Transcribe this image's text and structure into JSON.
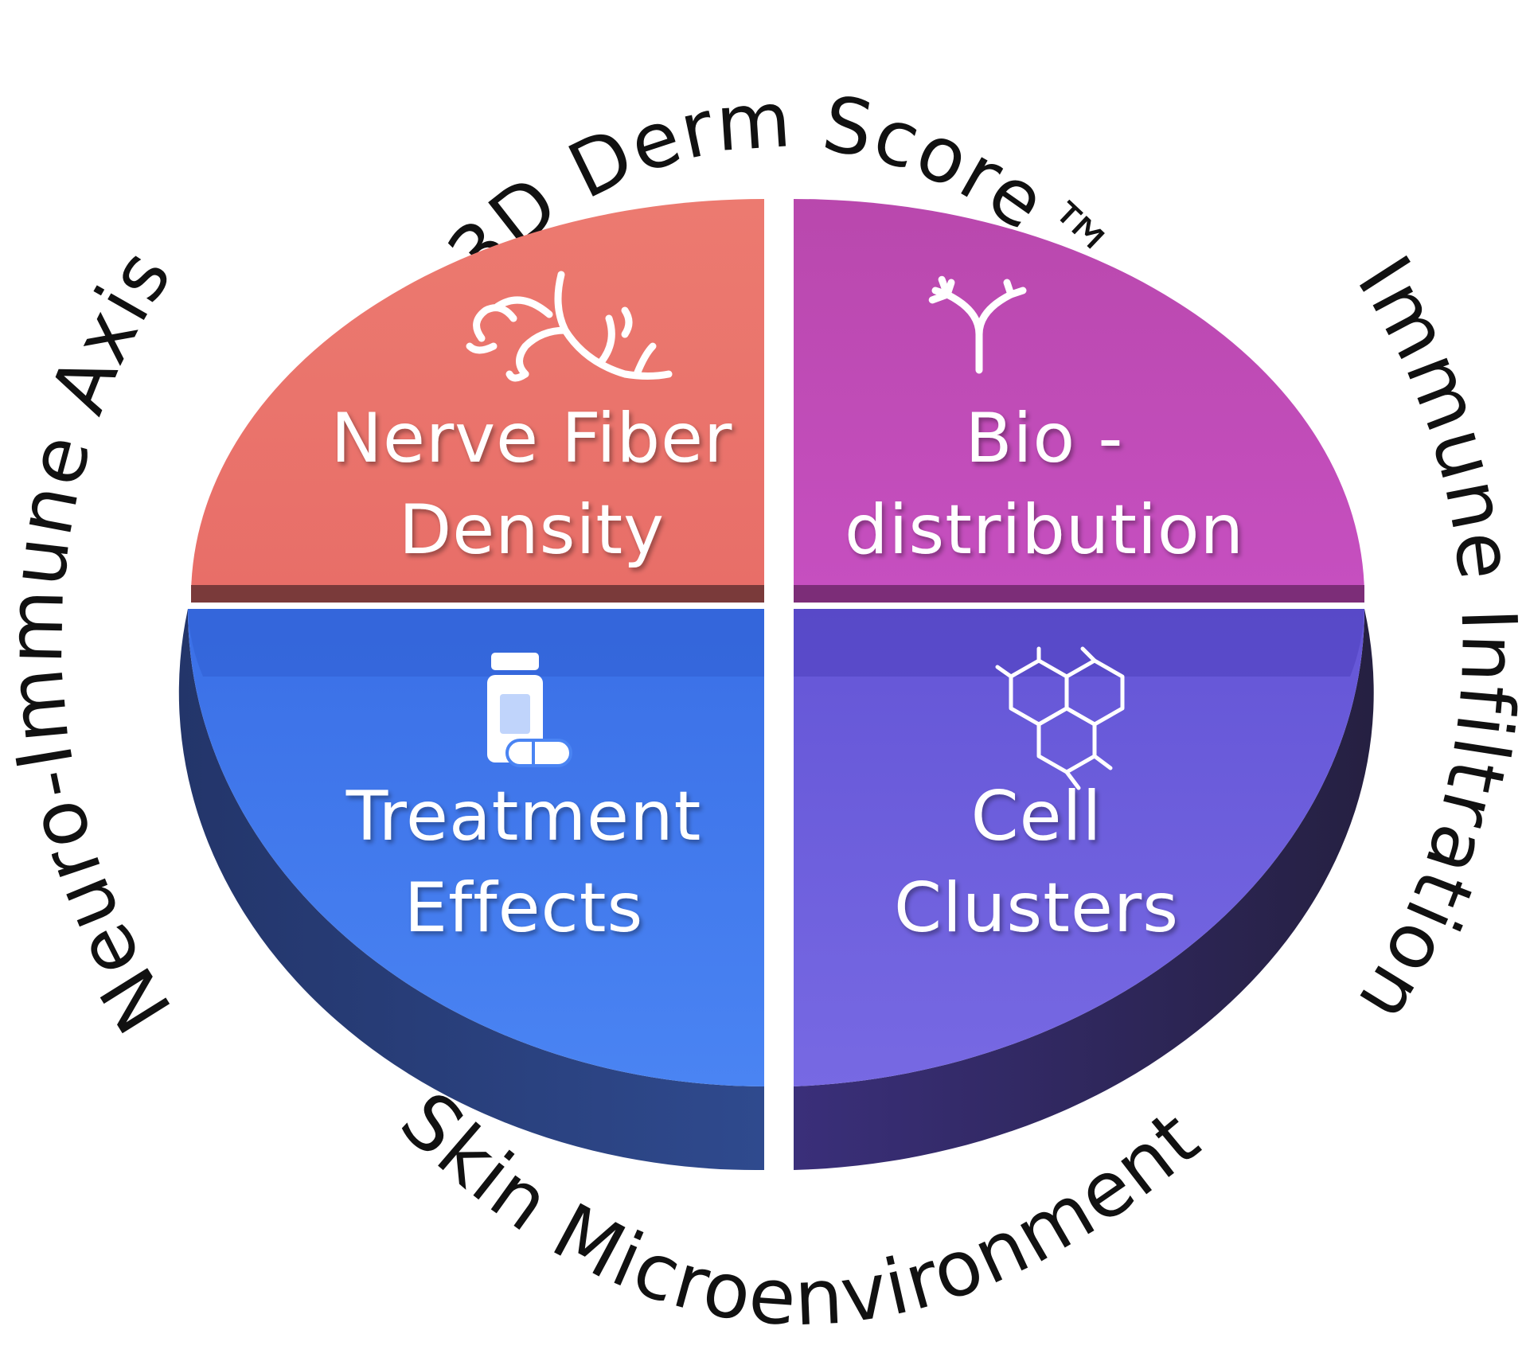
{
  "ring_labels": {
    "top": "3D Derm Score™",
    "left": "Neuro-Immune Axis",
    "right": "Immune Infiltration",
    "bottom": "Skin Microenvironment"
  },
  "quadrants": {
    "top_left": {
      "lines": [
        "Nerve Fiber",
        "Density"
      ],
      "icon": "nerve-fiber-icon",
      "color": "#ea736b"
    },
    "top_right": {
      "lines": [
        "Bio -",
        "distribution"
      ],
      "icon": "split-arrow-icon",
      "color": "#c24bb8"
    },
    "bottom_left": {
      "lines": [
        "Treatment",
        "Effects"
      ],
      "icon": "medicine-bottle-icon",
      "color": "#4880ee"
    },
    "bottom_right": {
      "lines": [
        "Cell",
        "Clusters"
      ],
      "icon": "molecule-icon",
      "color": "#6f63dc"
    }
  }
}
